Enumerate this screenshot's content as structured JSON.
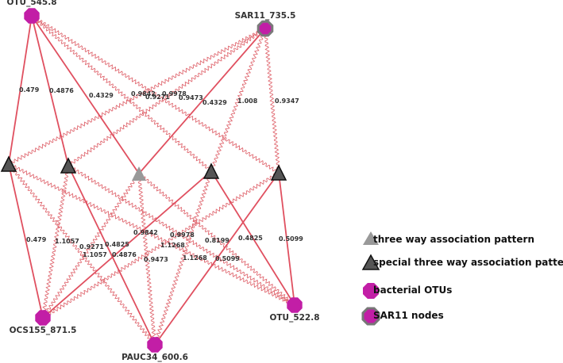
{
  "colors": {
    "edge": "#e05060",
    "wavy_edge": "#e06a72",
    "bacterial_node": "#c21ea6",
    "sar11_fill": "#c21ea6",
    "sar11_stroke": "#7a7a7a",
    "special_triangle": "#555555",
    "triangle_gray": "#999999",
    "label": "#333333"
  },
  "nodes": [
    {
      "id": "OTU_545.8",
      "label": "OTU_545.8",
      "kind": "bacterial"
    },
    {
      "id": "SAR11_735.5",
      "label": "SAR11_735.5",
      "kind": "sar11"
    },
    {
      "id": "OCS155_871.5",
      "label": "OCS155_871.5",
      "kind": "bacterial"
    },
    {
      "id": "PAUC34_600.6",
      "label": "PAUC34_600.6",
      "kind": "bacterial"
    },
    {
      "id": "OTU_522.8",
      "label": "OTU_522.8",
      "kind": "bacterial"
    },
    {
      "id": "T1",
      "label": "",
      "kind": "special"
    },
    {
      "id": "T2",
      "label": "",
      "kind": "special"
    },
    {
      "id": "T3",
      "label": "",
      "kind": "plain"
    },
    {
      "id": "T4",
      "label": "",
      "kind": "special"
    },
    {
      "id": "T5",
      "label": "",
      "kind": "special"
    }
  ],
  "straight_edges": [
    {
      "from": "OTU_545.8",
      "to": "T1"
    },
    {
      "from": "OTU_545.8",
      "to": "T2"
    },
    {
      "from": "OTU_545.8",
      "to": "T3"
    },
    {
      "from": "SAR11_735.5",
      "to": "T3"
    },
    {
      "from": "T1",
      "to": "OCS155_871.5"
    },
    {
      "from": "T2",
      "to": "PAUC34_600.6"
    },
    {
      "from": "T4",
      "to": "OCS155_871.5"
    },
    {
      "from": "T4",
      "to": "OTU_522.8"
    },
    {
      "from": "T5",
      "to": "OTU_522.8"
    },
    {
      "from": "T5",
      "to": "PAUC34_600.6"
    }
  ],
  "wavy_edges": [
    {
      "from": "OTU_545.8",
      "to": "T4"
    },
    {
      "from": "OTU_545.8",
      "to": "T5"
    },
    {
      "from": "SAR11_735.5",
      "to": "T1"
    },
    {
      "from": "SAR11_735.5",
      "to": "T2"
    },
    {
      "from": "SAR11_735.5",
      "to": "T4"
    },
    {
      "from": "SAR11_735.5",
      "to": "T5"
    },
    {
      "from": "T1",
      "to": "PAUC34_600.6"
    },
    {
      "from": "T1",
      "to": "OTU_522.8"
    },
    {
      "from": "T2",
      "to": "OCS155_871.5"
    },
    {
      "from": "T2",
      "to": "OTU_522.8"
    },
    {
      "from": "T3",
      "to": "OCS155_871.5"
    },
    {
      "from": "T3",
      "to": "PAUC34_600.6"
    },
    {
      "from": "T3",
      "to": "OTU_522.8"
    },
    {
      "from": "T4",
      "to": "PAUC34_600.6"
    },
    {
      "from": "T5",
      "to": "OCS155_871.5"
    }
  ],
  "edge_labels": [
    "0.479",
    "0.4876",
    "0.4329",
    "0.9842",
    "0.9271",
    "0.9978",
    "0.9473",
    "0.4329",
    "1.008",
    "0.9347",
    "0.479",
    "1.1057",
    "0.9842",
    "0.9978",
    "0.8199",
    "0.4825",
    "0.5099",
    "0.9271",
    "0.4825",
    "1.1268",
    "1.1057",
    "0.4876",
    "0.9473",
    "1.1268",
    "0.5099"
  ],
  "legend": [
    {
      "label": "three way association pattern",
      "icon": "gray-triangle"
    },
    {
      "label": "special three way association pattern",
      "icon": "dark-triangle"
    },
    {
      "label": "bacterial OTUs",
      "icon": "magenta-octagon"
    },
    {
      "label": "SAR11 nodes",
      "icon": "gray-outlined-octagon"
    }
  ]
}
